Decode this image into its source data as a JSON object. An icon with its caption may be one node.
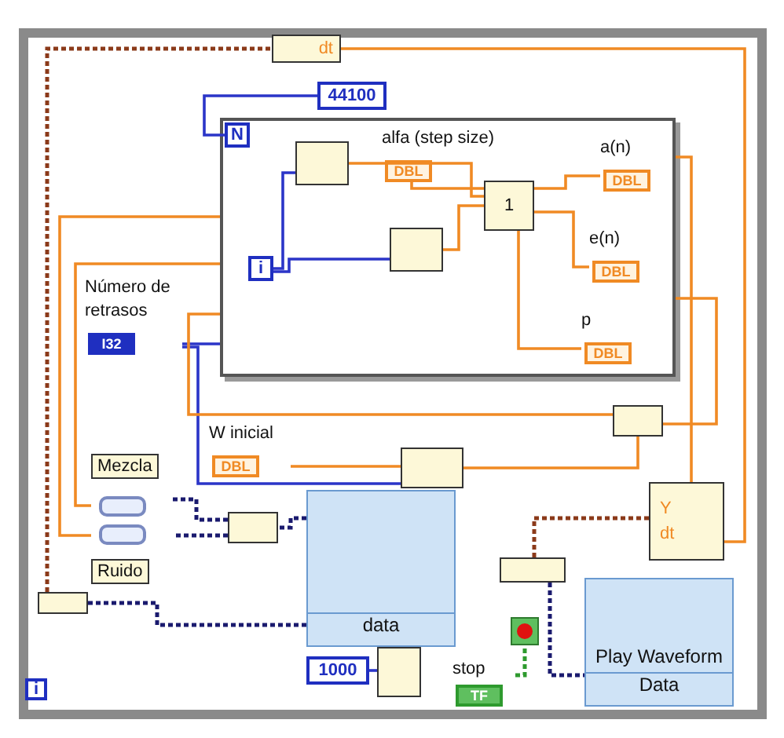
{
  "diagram": {
    "nodes": [
      {
        "text": [],
        "shape": "box"
      },
      {
        "text": [
          "dt"
        ],
        "in": 0
      },
      {
        "text": [
          "44100"
        ],
        "in": 0
      },
      {
        "text": [],
        "shape": "box",
        "in": 0
      },
      {
        "text": [
          "N"
        ],
        "in": 3
      },
      {
        "text": [
          "alfa (step size)",
          "DBL"
        ],
        "in": 3
      },
      {
        "text": [
          "a(n)",
          "DBL"
        ],
        "in": 3
      },
      {
        "text": [],
        "shape": "box",
        "in": 3
      },
      {
        "text": [
          "i"
        ],
        "in": 3
      },
      {
        "text": [],
        "shape": "box",
        "in": 3
      },
      {
        "text": [
          "1"
        ],
        "in": 3
      },
      {
        "text": [
          "e(n)",
          "DBL"
        ],
        "in": 3
      },
      {
        "text": [
          "Número de retrasos",
          "I32"
        ],
        "in": 0
      },
      {
        "text": [
          "p",
          "DBL"
        ],
        "in": 3
      },
      {
        "text": [
          "W inicial",
          "DBL"
        ],
        "in": 0
      },
      {
        "text": [],
        "shape": "box",
        "in": 0
      },
      {
        "text": [],
        "shape": "box",
        "in": 0
      },
      {
        "text": [
          "Mezcla"
        ],
        "in": 0
      },
      {
        "text": [
          "Ruido"
        ],
        "in": 0
      },
      {
        "text": [],
        "shape": "box",
        "in": 0
      },
      {
        "text": [
          "data"
        ],
        "in": 0
      },
      {
        "text": [],
        "shape": "box",
        "in": 0
      },
      {
        "text": [
          "Y",
          "dt"
        ],
        "in": 0
      },
      {
        "text": [],
        "shape": "box",
        "in": 0
      },
      {
        "text": [
          "Play Waveform",
          "Data"
        ],
        "in": 0
      },
      {
        "text": [
          "1000"
        ],
        "in": 0
      },
      {
        "text": [],
        "shape": "box",
        "in": 0
      },
      {
        "text": [
          "stop",
          "TF"
        ],
        "in": 0
      },
      {
        "text": [],
        "shape": "box",
        "in": 0
      },
      {
        "text": [
          "i"
        ],
        "in": 0
      }
    ],
    "edges": [
      {
        "from": 2,
        "to": 4,
        "arrow": "none",
        "color": "#2b35c8"
      },
      {
        "from": 8,
        "to": 7,
        "arrow": "none",
        "color": "#2b35c8"
      },
      {
        "from": 8,
        "to": 9,
        "arrow": "none",
        "color": "#2b35c8"
      },
      {
        "from": 7,
        "to": 10,
        "arrow": "none"
      },
      {
        "from": 9,
        "to": 10,
        "arrow": "none"
      },
      {
        "from": 5,
        "to": 10,
        "arrow": "none"
      },
      {
        "from": 10,
        "to": 6,
        "arrow": "none"
      },
      {
        "from": 10,
        "to": 11,
        "arrow": "none"
      },
      {
        "from": 10,
        "to": 13,
        "arrow": "none"
      },
      {
        "from": 12,
        "to": 3,
        "arrow": "none",
        "color": "#2b35c8"
      },
      {
        "from": 12,
        "to": 15,
        "arrow": "none",
        "color": "#2b35c8"
      },
      {
        "from": 14,
        "to": 15,
        "arrow": "none"
      },
      {
        "from": 15,
        "to": 16,
        "arrow": "none"
      },
      {
        "from": 16,
        "to": 3,
        "arrow": "none"
      },
      {
        "from": 3,
        "to": 16,
        "arrow": "none"
      },
      {
        "from": 21,
        "to": 1,
        "arrow": "none",
        "style": "dashed",
        "color": "#8b3a1a"
      },
      {
        "from": 1,
        "to": 22,
        "arrow": "none"
      },
      {
        "from": 17,
        "to": 3,
        "arrow": "none"
      },
      {
        "from": 18,
        "to": 3,
        "arrow": "none"
      },
      {
        "from": 20,
        "to": 21,
        "arrow": "none",
        "style": "dashed",
        "color": "#1a1a6e"
      },
      {
        "from": 20,
        "to": 19,
        "arrow": "none",
        "style": "dashed",
        "color": "#1a1a6e"
      },
      {
        "from": 19,
        "to": 17,
        "arrow": "none",
        "style": "dashed",
        "color": "#1a1a6e"
      },
      {
        "from": 19,
        "to": 18,
        "arrow": "none",
        "style": "dashed",
        "color": "#1a1a6e"
      },
      {
        "from": 3,
        "to": 22,
        "arrow": "none"
      },
      {
        "from": 22,
        "to": 23,
        "arrow": "none",
        "style": "dashed",
        "color": "#8b3a1a"
      },
      {
        "from": 23,
        "to": 24,
        "arrow": "none",
        "style": "dashed",
        "color": "#1a1a6e"
      },
      {
        "from": 25,
        "to": 26,
        "arrow": "none",
        "color": "#2b35c8"
      },
      {
        "from": 27,
        "to": 28,
        "arrow": "none",
        "style": "dashed",
        "color": "#2e9a2e"
      }
    ]
  }
}
